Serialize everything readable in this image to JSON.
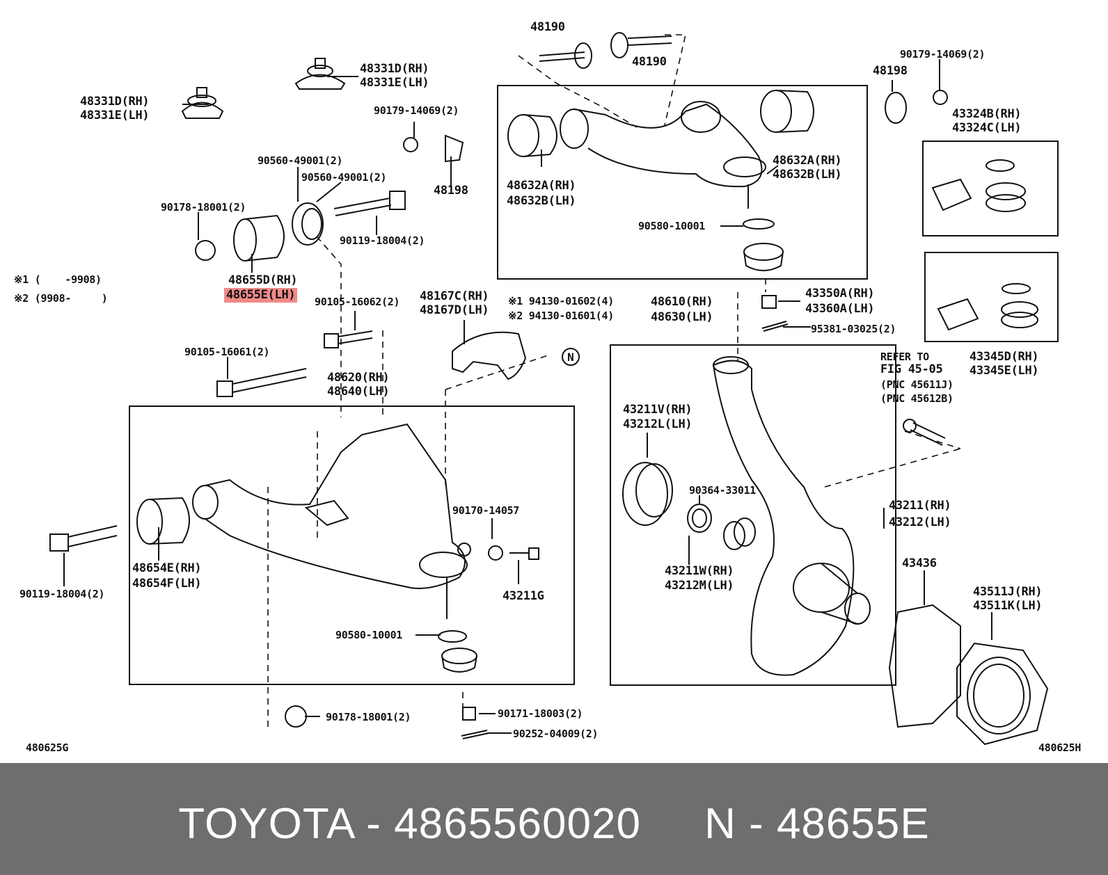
{
  "labels": {
    "l48190a": "48190",
    "l48190b": "48190",
    "l48331_top_rh": "48331D(RH)",
    "l48331_top_lh": "48331E(LH)",
    "l48331_left_rh": "48331D(RH)",
    "l48331_left_lh": "48331E(LH)",
    "l90179_mid": "90179-14069(2)",
    "l48198_mid": "48198",
    "l90560_a": "90560-49001(2)",
    "l90560_b": "90560-49001(2)",
    "l90178_top": "90178-18001(2)",
    "l90119_top": "90119-18004(2)",
    "l48655_rh": "48655D(RH)",
    "l48655_lh": "48655E(LH)",
    "note1": "※1 (    -9908)",
    "note2": "※2 (9908-     )",
    "l90105_16062": "90105-16062(2)",
    "l90105_16061": "90105-16061(2)",
    "l48167_rh": "48167C(RH)",
    "l48167_lh": "48167D(LH)",
    "l94130_1": "※1 94130-01602(4)",
    "l94130_2": "※2 94130-01601(4)",
    "lN": "N",
    "l48620_rh": "48620(RH)",
    "l48640_lh": "48640(LH)",
    "l48632_left_rh": "48632A(RH)",
    "l48632_left_lh": "48632B(LH)",
    "l48632_right_rh": "48632A(RH)",
    "l48632_right_lh": "48632B(LH)",
    "l90580_upper": "90580-10001",
    "l48610_rh": "48610(RH)",
    "l48630_lh": "48630(LH)",
    "l43350_rh": "43350A(RH)",
    "l43360_lh": "43360A(LH)",
    "l95381": "95381-03025(2)",
    "l48198_right": "48198",
    "l90179_right": "90179-14069(2)",
    "l43324_rh": "43324B(RH)",
    "l43324_lh": "43324C(LH)",
    "l43345_rh": "43345D(RH)",
    "l43345_lh": "43345E(LH)",
    "refer1": "REFER TO",
    "refer2": "FIG 45-05",
    "refer3": "(PNC 45611J)",
    "refer4": "(PNC 45612B)",
    "l43211v_rh": "43211V(RH)",
    "l43212l_lh": "43212L(LH)",
    "l90364": "90364-33011",
    "l43211w_rh": "43211W(RH)",
    "l43212m_lh": "43212M(LH)",
    "l43211_rh": "43211(RH)",
    "l43212_lh": "43212(LH)",
    "l43436": "43436",
    "l43511j_rh": "43511J(RH)",
    "l43511k_lh": "43511K(LH)",
    "l90170": "90170-14057",
    "l43211g": "43211G",
    "l90580_lower": "90580-10001",
    "l48654_rh": "48654E(RH)",
    "l48654_lh": "48654F(LH)",
    "l90119_left": "90119-18004(2)",
    "l90178_bottom": "90178-18001(2)",
    "l90171": "90171-18003(2)",
    "l90252": "90252-04009(2)",
    "code_left": "480625G",
    "code_right": "480625H"
  },
  "footer": {
    "text": "TOYOTA - 4865560020     N - 48655E"
  },
  "colors": {
    "highlight": "#f08a88",
    "footer_bg": "#6e6e6e",
    "ink": "#111111"
  }
}
